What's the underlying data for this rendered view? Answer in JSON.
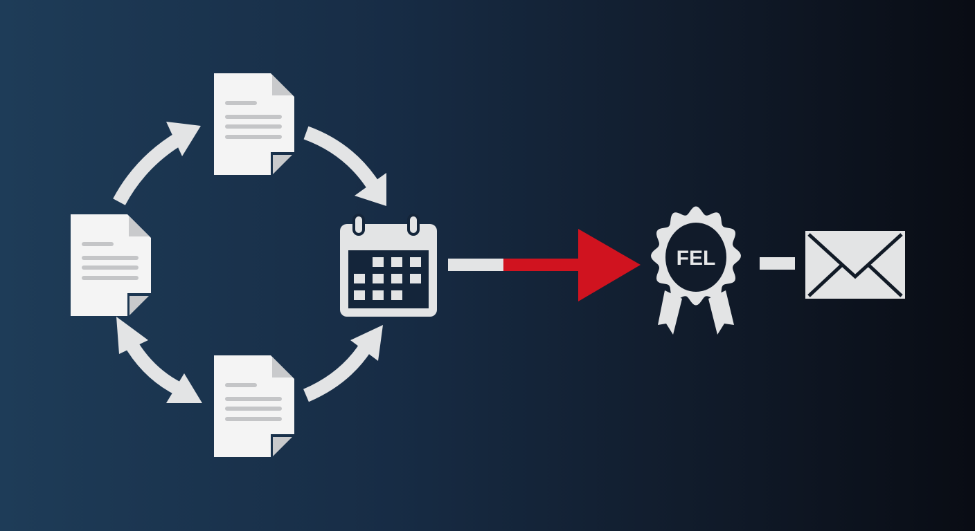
{
  "diagram": {
    "nodes": [
      {
        "id": "doc-top",
        "type": "document-icon"
      },
      {
        "id": "doc-left",
        "type": "document-icon"
      },
      {
        "id": "doc-bottom",
        "type": "document-icon"
      },
      {
        "id": "calendar",
        "type": "calendar-icon"
      },
      {
        "id": "certificate",
        "type": "award-badge-icon",
        "label": "FEL"
      },
      {
        "id": "email",
        "type": "envelope-icon"
      }
    ],
    "edges": [
      {
        "from": "doc-left",
        "to": "doc-top",
        "style": "curved-arrow"
      },
      {
        "from": "doc-top",
        "to": "calendar",
        "style": "curved-arrow"
      },
      {
        "from": "doc-bottom",
        "to": "calendar",
        "style": "curved-arrow"
      },
      {
        "from": "doc-left",
        "to": "doc-bottom",
        "style": "double-headed-curved-arrow"
      },
      {
        "from": "calendar",
        "to": "certificate",
        "style": "arrow",
        "color": "#d0131f"
      },
      {
        "from": "certificate",
        "to": "email",
        "style": "line"
      }
    ]
  },
  "colors": {
    "icon": "#e6e7e8",
    "accent": "#d0131f",
    "bg_left": "#1e3c58",
    "bg_right": "#090c14"
  }
}
